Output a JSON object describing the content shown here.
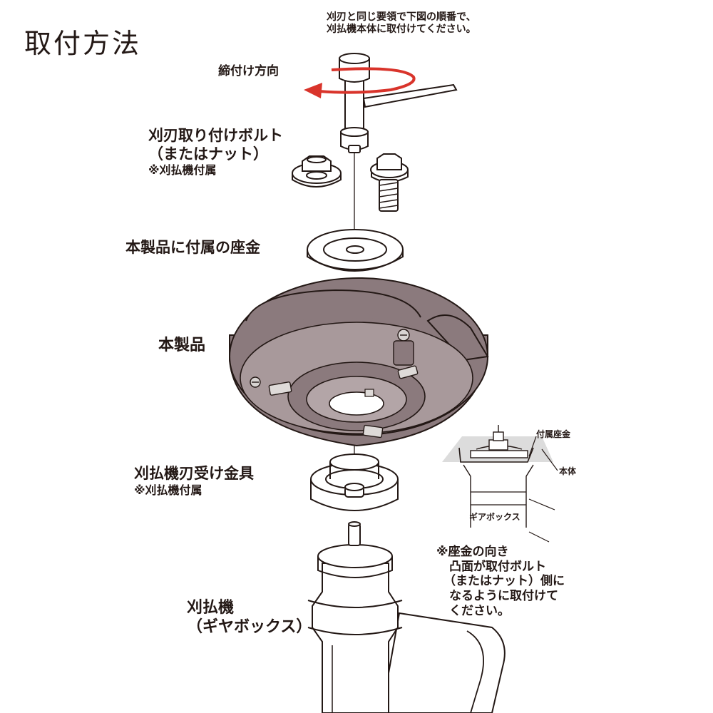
{
  "title": "取付方法",
  "instruction": [
    "刈刃と同じ要領で下図の順番で、",
    "刈払機本体に取付けてください。"
  ],
  "tighten_direction": "締付け方向",
  "blade_bolt": {
    "name": "刈刃取り付けボルト",
    "alt": "（またはナット）",
    "note": "※刈払機付属"
  },
  "washer": "本製品に付属の座金",
  "product": "本製品",
  "blade_holder": {
    "name": "刈払機刃受け金具",
    "note": "※刈払機付属"
  },
  "trimmer": {
    "name": "刈払機",
    "sub": "（ギヤボックス）"
  },
  "inset": {
    "washer_label": "付属座金",
    "body_label": "本体",
    "gearbox_label": "ギアボックス"
  },
  "washer_orientation_note": [
    "※座金の向き",
    "凸面が取付ボルト",
    "（またはナット）側に",
    "なるように取付けて",
    "ください。"
  ],
  "colors": {
    "arrow": "#d9342b",
    "body_fill": "#8b7a7d",
    "line": "#231815",
    "inset_fill": "#dcdcdc"
  },
  "icons": [
    "box-wrench-icon",
    "flange-nut-icon",
    "flange-bolt-icon",
    "washer-icon",
    "cutter-head-icon",
    "blade-holder-icon",
    "gearbox-icon"
  ]
}
